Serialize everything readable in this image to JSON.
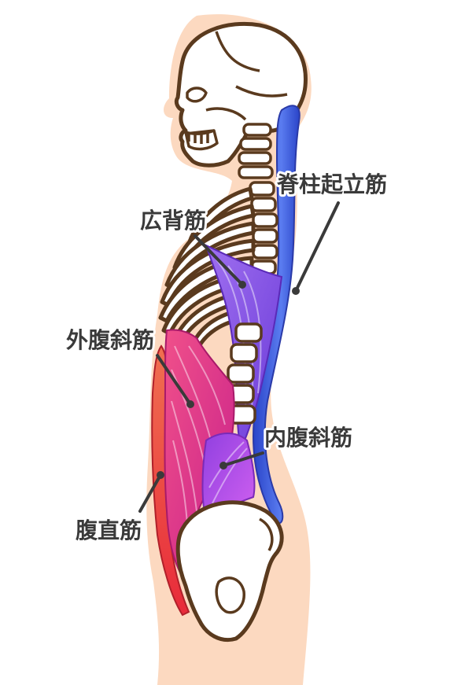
{
  "labels": {
    "erector_spinae": "脊柱起立筋",
    "latissimus_dorsi": "広背筋",
    "external_oblique": "外腹斜筋",
    "internal_oblique": "内腹斜筋",
    "rectus_abdominis": "腹直筋"
  },
  "colors": {
    "skin": "#fcd9c0",
    "bone_outline": "#5a3a1e",
    "erector_spinae": "#3a5ce0",
    "latissimus_dorsi": "#8f54e8",
    "external_oblique": "#e8407a",
    "internal_oblique": "#b04ae8",
    "rectus_abdominis": "#ee4a3a",
    "label_text": "#3a3a3a"
  }
}
